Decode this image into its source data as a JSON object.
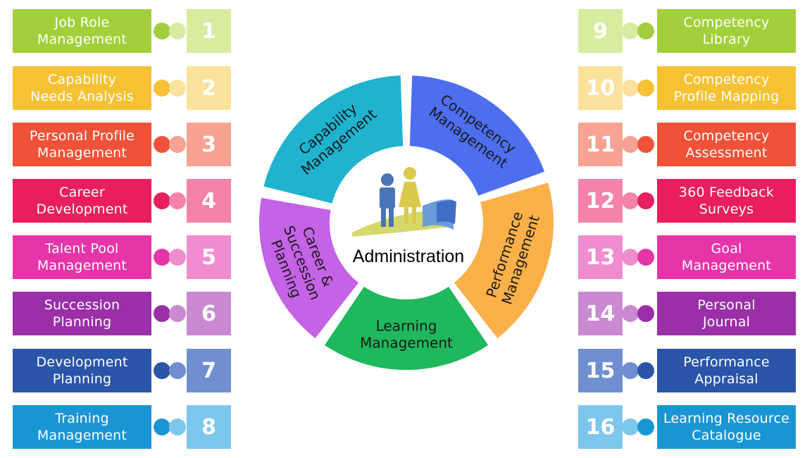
{
  "left_items": [
    {
      "number": "1",
      "line1": "Job Role",
      "line2": "Management",
      "color": "#a3cf3c",
      "light": "#d7ec9f"
    },
    {
      "number": "2",
      "line1": "Capability",
      "line2": "Needs Analysis",
      "color": "#f6c233",
      "light": "#fae29d"
    },
    {
      "number": "3",
      "line1": "Personal Profile",
      "line2": "Management",
      "color": "#ef5238",
      "light": "#f7a293"
    },
    {
      "number": "4",
      "line1": "Career",
      "line2": "Development",
      "color": "#e81e5f",
      "light": "#f583a7"
    },
    {
      "number": "5",
      "line1": "Talent Pool",
      "line2": "Management",
      "color": "#e535a8",
      "light": "#f08dd0"
    },
    {
      "number": "6",
      "line1": "Succession",
      "line2": "Planning",
      "color": "#9a2fa8",
      "light": "#c98ad2"
    },
    {
      "number": "7",
      "line1": "Development",
      "line2": "Planning",
      "color": "#2a55a8",
      "light": "#6f8fd0"
    },
    {
      "number": "8",
      "line1": "Training",
      "line2": "Management",
      "color": "#1a95d4",
      "light": "#7dc7ec"
    }
  ],
  "right_items": [
    {
      "number": "9",
      "line1": "Competency",
      "line2": "Library",
      "color": "#a3cf3c",
      "light": "#d7ec9f"
    },
    {
      "number": "10",
      "line1": "Competency",
      "line2": "Profile Mapping",
      "color": "#f6c233",
      "light": "#fae29d"
    },
    {
      "number": "11",
      "line1": "Competency",
      "line2": "Assessment",
      "color": "#ef5238",
      "light": "#f7a293"
    },
    {
      "number": "12",
      "line1": "360 Feedback",
      "line2": "Surveys",
      "color": "#e81e5f",
      "light": "#f583a7"
    },
    {
      "number": "13",
      "line1": "Goal",
      "line2": "Management",
      "color": "#e535a8",
      "light": "#f08dd0"
    },
    {
      "number": "14",
      "line1": "Personal",
      "line2": "Journal",
      "color": "#9a2fa8",
      "light": "#c98ad2"
    },
    {
      "number": "15",
      "line1": "Performance",
      "line2": "Appraisal",
      "color": "#2a55a8",
      "light": "#6f8fd0"
    },
    {
      "number": "16",
      "line1": "Learning Resource",
      "line2": "Catalogue",
      "color": "#1a95d4",
      "light": "#7dc7ec"
    }
  ],
  "wheel": {
    "center_label": "Administration",
    "segments": [
      {
        "line1": "Capability",
        "line2": "Management",
        "line3": "",
        "color": "#1fb3cf"
      },
      {
        "line1": "Competency",
        "line2": "Management",
        "line3": "",
        "color": "#4e6ef0"
      },
      {
        "line1": "Performance",
        "line2": "Management",
        "line3": "",
        "color": "#fbb04a"
      },
      {
        "line1": "Learning",
        "line2": "Management",
        "line3": "",
        "color": "#1fb85c"
      },
      {
        "line1": "Career &",
        "line2": "Succession",
        "line3": "Planning",
        "color": "#c463e6"
      }
    ]
  }
}
